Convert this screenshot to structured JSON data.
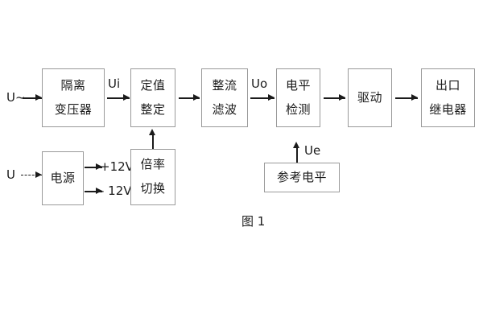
{
  "diagram": {
    "caption": "图 1",
    "blocks": [
      {
        "id": "isolation-transformer",
        "lines": [
          "隔离",
          "变压器"
        ]
      },
      {
        "id": "setpoint-setting",
        "lines": [
          "定值",
          "整定"
        ]
      },
      {
        "id": "rectify-filter",
        "lines": [
          "整流",
          "滤波"
        ]
      },
      {
        "id": "level-detection",
        "lines": [
          "电平",
          "检测"
        ]
      },
      {
        "id": "drive",
        "lines": [
          "驱动"
        ]
      },
      {
        "id": "output-relay",
        "lines": [
          "出口",
          "继电器"
        ]
      },
      {
        "id": "power-supply",
        "lines": [
          "电源"
        ]
      },
      {
        "id": "multiplier-switch",
        "lines": [
          "倍率",
          "切换"
        ]
      },
      {
        "id": "reference-level",
        "lines": [
          "参考电平"
        ]
      }
    ],
    "signals": {
      "ac_input": "U~",
      "dc_input": "U",
      "ui": "Ui",
      "uo": "Uo",
      "ue": "Ue",
      "rail_positive": "+12V",
      "rail_negative": "- 12V"
    }
  }
}
